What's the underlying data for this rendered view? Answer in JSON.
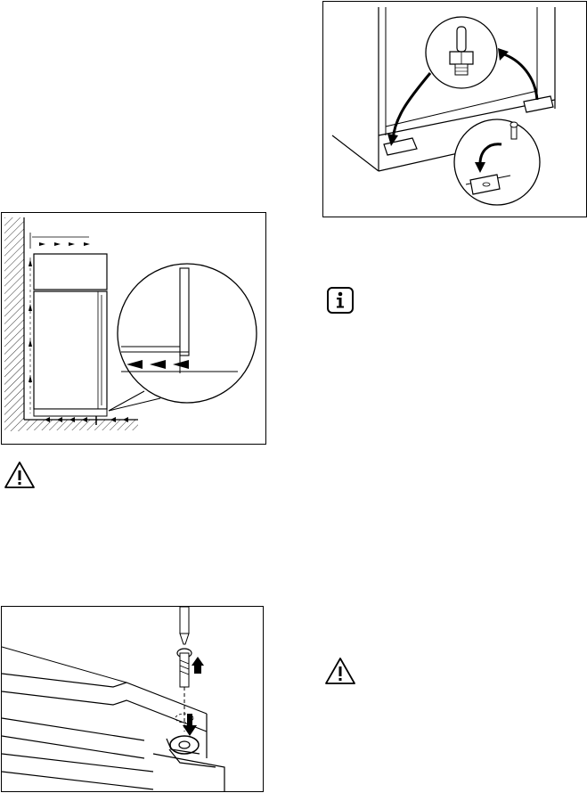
{
  "page": {
    "title": "",
    "figures": [
      {
        "id": "fridge-ventilation-clearance",
        "caption": ""
      },
      {
        "id": "door-hinge-pin-swap",
        "caption": ""
      },
      {
        "id": "top-hinge-screw-removal",
        "caption": ""
      }
    ],
    "icons": [
      "warning-icon",
      "info-icon",
      "warning-icon"
    ]
  }
}
